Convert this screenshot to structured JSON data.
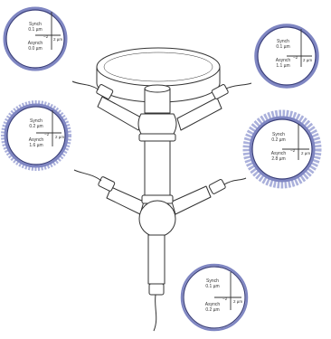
{
  "plots": [
    {
      "id": "top-left",
      "synch_label": "Synch",
      "synch_value": "0.1 µm",
      "asynch_label": "Asynch",
      "asynch_value": "0.0 µm",
      "axis_left": "−2",
      "axis_right": "2 µm"
    },
    {
      "id": "top-right",
      "synch_label": "Synch",
      "synch_value": "0.1 µm",
      "asynch_label": "Asynch",
      "asynch_value": "1.1 µm",
      "axis_left": "−2",
      "axis_right": "2 µm"
    },
    {
      "id": "middle-left",
      "synch_label": "Synch",
      "synch_value": "0.2 µm",
      "asynch_label": "Asynch",
      "asynch_value": "1.6 µm",
      "axis_left": "−2",
      "axis_right": "2 µm"
    },
    {
      "id": "middle-right",
      "synch_label": "Synch",
      "synch_value": "0.2 µm",
      "asynch_label": "Asynch",
      "asynch_value": "2.8 µm",
      "axis_left": "−2",
      "axis_right": "2 µm"
    },
    {
      "id": "bottom",
      "synch_label": "Synch",
      "synch_value": "0.1 µm",
      "asynch_label": "Asynch",
      "asynch_value": "0.2 µm",
      "axis_left": "−2",
      "axis_right": "2 µm"
    }
  ],
  "colors": {
    "line": "#333333",
    "trace_inner": "#3a3f7a",
    "trace_outer": "#7f86c2",
    "halo": "#aab0db"
  }
}
